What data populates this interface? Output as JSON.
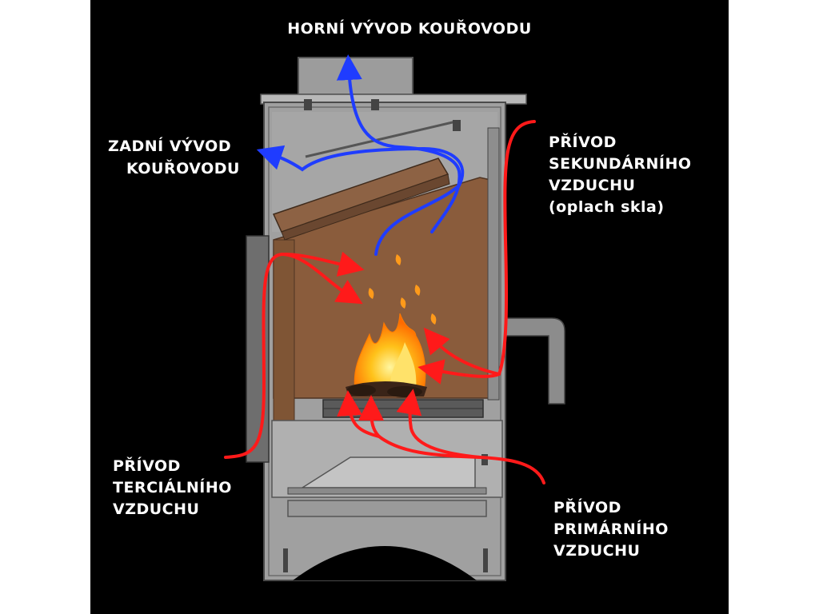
{
  "labels": {
    "top_flue": "HORNÍ VÝVOD KOUŘOVODU",
    "rear_flue": [
      "ZADNÍ VÝVOD",
      "KOUŘOVODU"
    ],
    "secondary_air": [
      "PŘÍVOD",
      "SEKUNDÁRNÍHO",
      "VZDUCHU",
      "(oplach skla)"
    ],
    "tertiary_air": [
      "PŘÍVOD",
      "TERCIÁLNÍHO",
      "VZDUCHU"
    ],
    "primary_air": [
      "PŘÍVOD",
      "PRIMÁRNÍHO",
      "VZDUCHU"
    ]
  },
  "colors": {
    "background": "#000000",
    "label_text": "#ffffff",
    "smoke_flow": "#1f3cff",
    "air_flow": "#ff1a1a",
    "stove_body": "#a8a8a8",
    "firebrick": "#8a5c3c",
    "flame": "#ff9a1a"
  }
}
